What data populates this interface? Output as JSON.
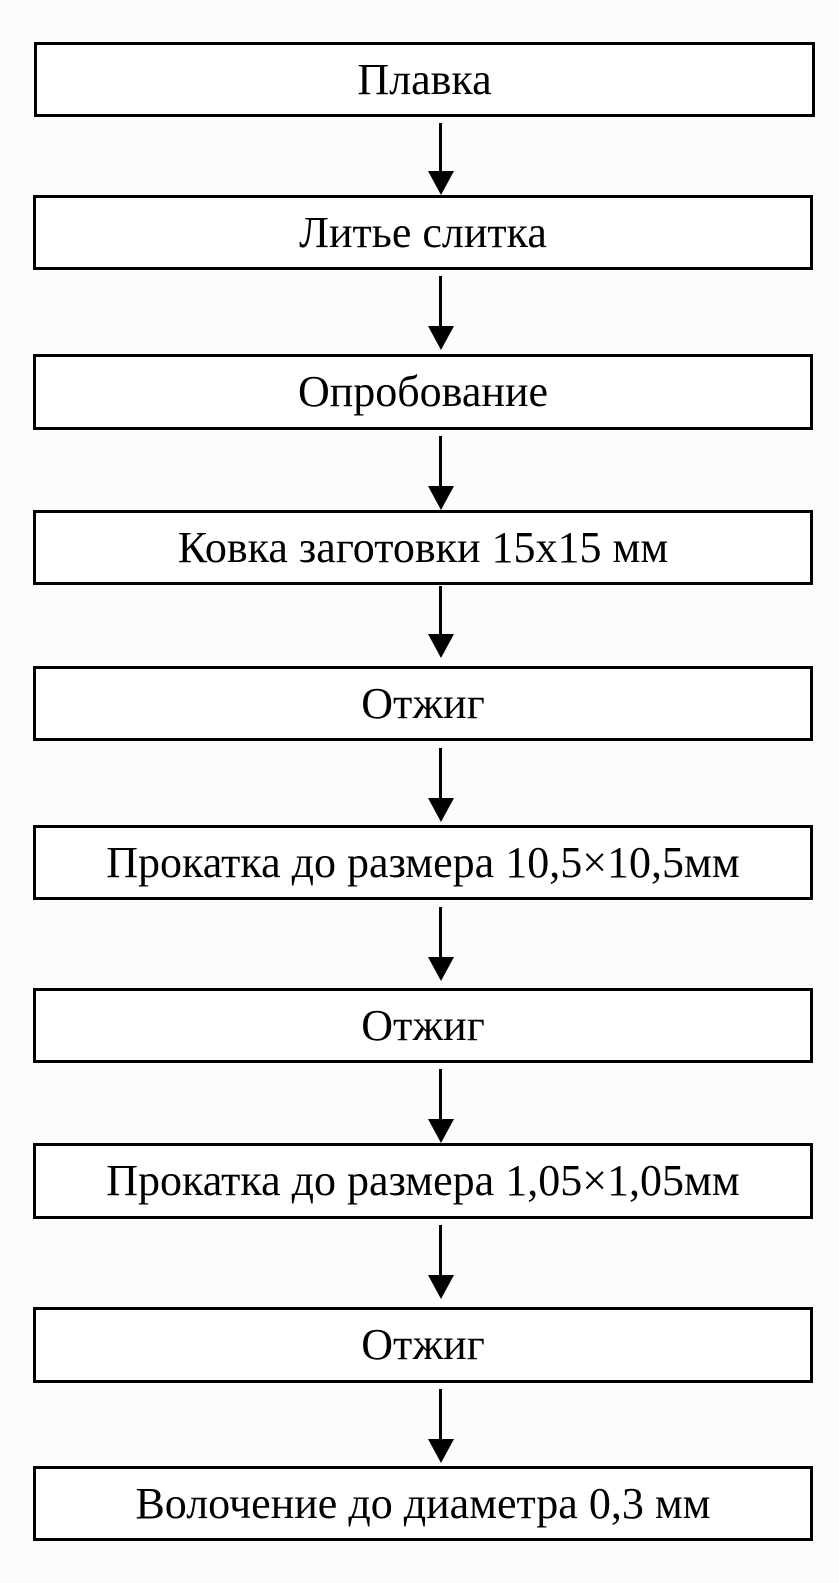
{
  "steps": [
    {
      "label": "Плавка"
    },
    {
      "label": "Литье слитка"
    },
    {
      "label": "Опробование"
    },
    {
      "label": "Ковка заготовки 15х15 мм"
    },
    {
      "label": "Отжиг"
    },
    {
      "label": "Прокатка до размера 10,5×10,5мм"
    },
    {
      "label": "Отжиг"
    },
    {
      "label": "Прокатка до размера 1,05×1,05мм"
    },
    {
      "label": "Отжиг"
    },
    {
      "label": "Волочение до диаметра 0,3 мм"
    }
  ]
}
